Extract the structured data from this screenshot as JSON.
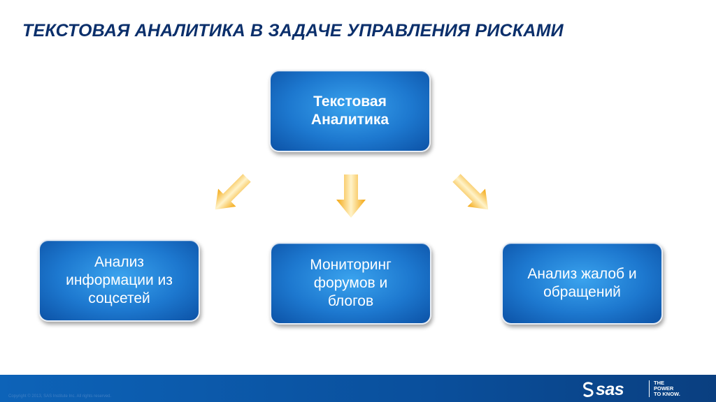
{
  "slide": {
    "title": "ТЕКСТОВАЯ АНАЛИТИКА В ЗАДАЧЕ УПРАВЛЕНИЯ РИСКАМИ"
  },
  "diagram": {
    "root": "Текстовая\nАналитика",
    "children": [
      "Анализ\nинформации из\nсоцсетей",
      "Мониторинг\nфорумов и\nблогов",
      "Анализ жалоб и\nобращений"
    ]
  },
  "footer": {
    "copyright": "Copyright © 2013, SAS Institute Inc. All rights reserved.",
    "logo_text": "sas",
    "tagline": "THE\nPOWER\nTO KNOW."
  },
  "colors": {
    "title": "#0b2f6b",
    "box_blue": "#1d78cf",
    "arrow_gold": "#f5b21a",
    "footer_blue": "#0d63b8"
  },
  "icons": [
    "arrow-down-left-icon",
    "arrow-down-icon",
    "arrow-down-right-icon",
    "sas-logo-icon"
  ]
}
